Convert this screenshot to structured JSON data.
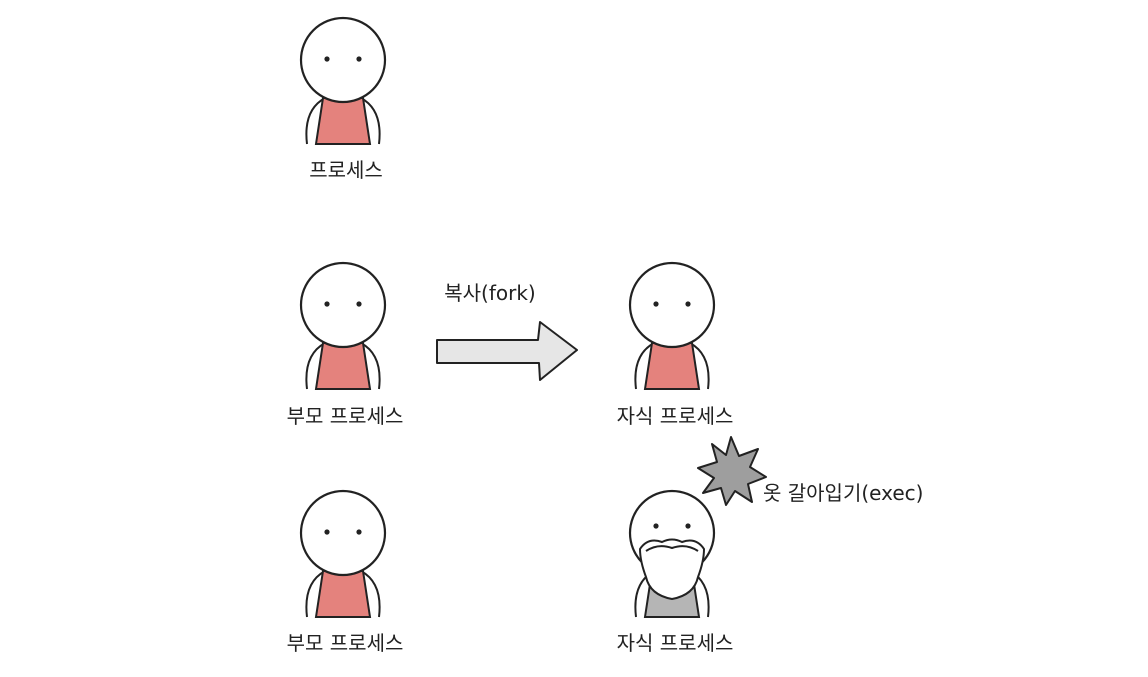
{
  "colors": {
    "parent_shirt": "#e4827d",
    "child_exec_shirt": "#b5b5b5",
    "stroke": "#222222",
    "arrow_fill": "#e6e6e6",
    "burst_fill": "#9e9e9e"
  },
  "figures": {
    "single_process": {
      "label": "프로세스",
      "shirt": "red"
    },
    "fork_parent": {
      "label": "부모 프로세스",
      "shirt": "red"
    },
    "fork_child": {
      "label": "자식 프로세스",
      "shirt": "red"
    },
    "exec_parent": {
      "label": "부모 프로세스",
      "shirt": "red"
    },
    "exec_child": {
      "label": "자식 프로세스",
      "shirt": "gray",
      "beard": true
    }
  },
  "arrows": {
    "fork": {
      "label": "복사(fork)"
    }
  },
  "annotations": {
    "exec": {
      "label": "옷 갈아입기(exec)",
      "icon": "starburst-icon"
    }
  }
}
